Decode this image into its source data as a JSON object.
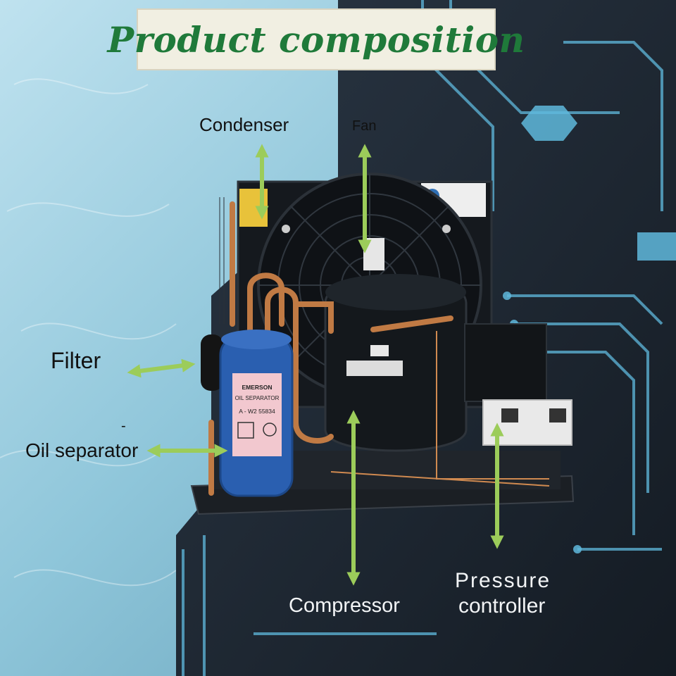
{
  "title": "Product composition",
  "labels": {
    "condenser": "Condenser",
    "fan": "Fan",
    "filter": "Filter",
    "dash": "-",
    "oil_separator": "Oil separator",
    "compressor": "Compressor",
    "pressure_line1": "Pressure",
    "pressure_line2": "controller"
  },
  "separator_sticker": {
    "brand": "EMERSON",
    "line1": "OIL SEPARATOR",
    "model": "A - W2 55834"
  },
  "colors": {
    "arrow": "#9ccc5a",
    "title_text": "#1f7a3a",
    "title_bg": "#f1efe2",
    "separator_blue": "#2a5fb0",
    "circuit_cyan": "#5fb8dc"
  }
}
